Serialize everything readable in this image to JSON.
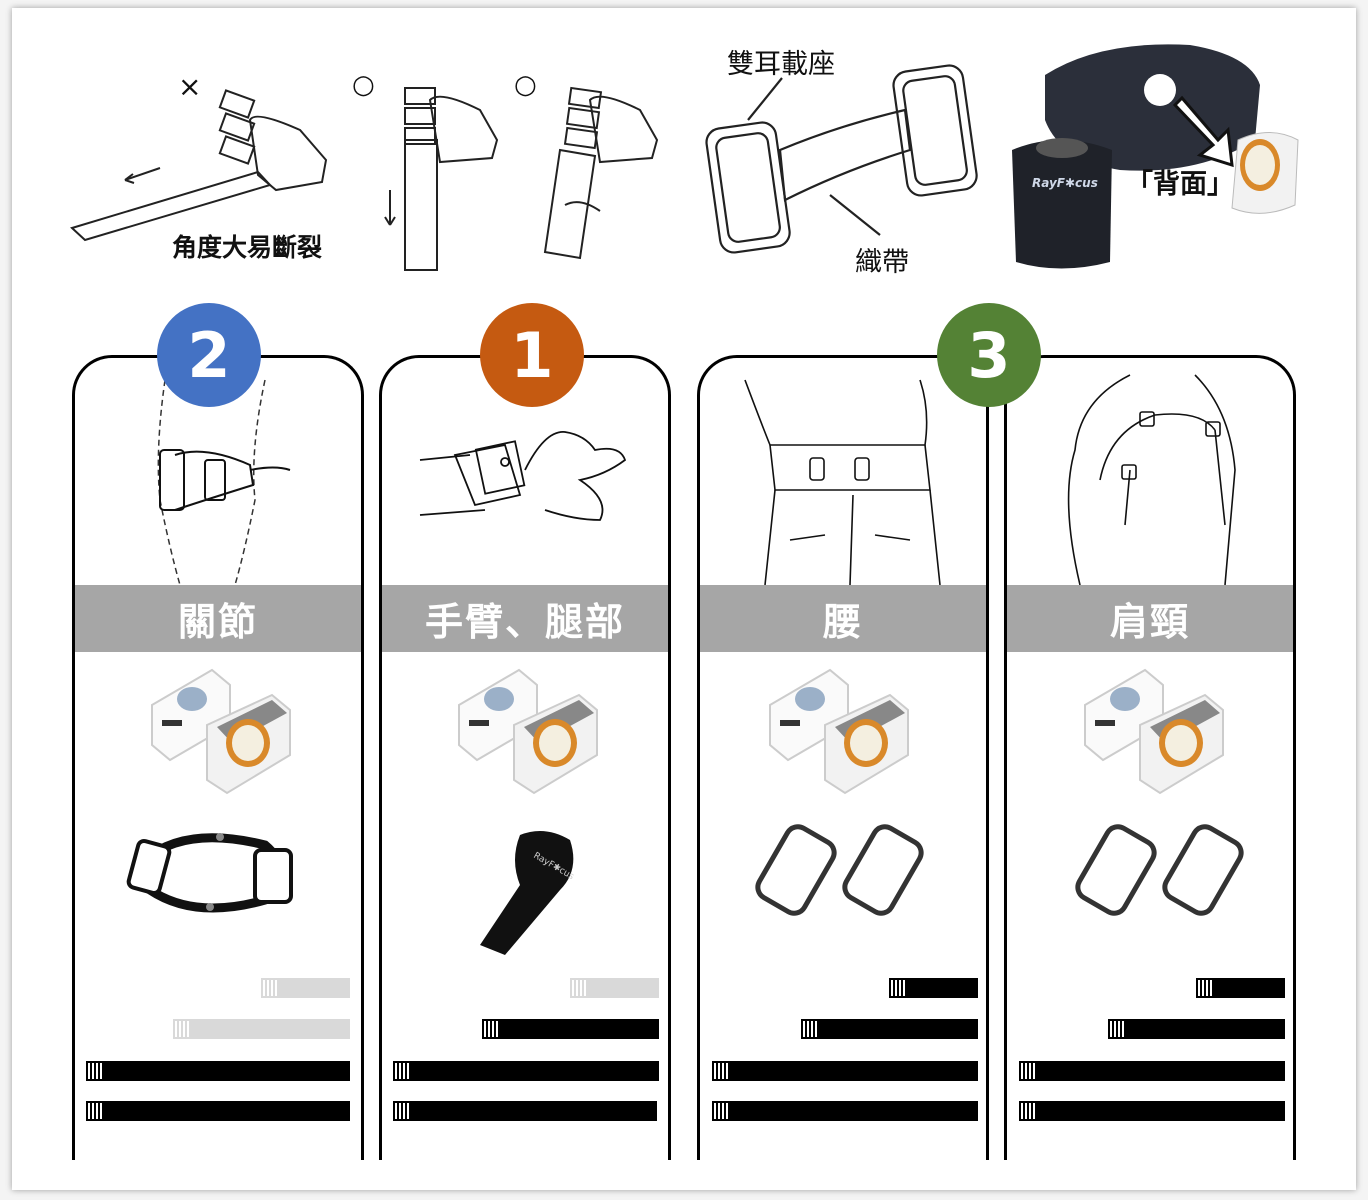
{
  "top": {
    "x_mark": "×",
    "o_mark_1": "○",
    "o_mark_2": "○",
    "angle_warning": "角度大易斷裂",
    "ear_mount": "雙耳載座",
    "strap_label": "織帶",
    "back_label": "「背面」",
    "brand": "RayF✱cus"
  },
  "cards": [
    {
      "badge": "2",
      "badge_color": "#4472c4",
      "label": "關節"
    },
    {
      "badge": "1",
      "badge_color": "#c55a11",
      "label": "手臂、腿部"
    },
    {
      "badge": "3",
      "badge_color": "#548235",
      "label": "腰"
    },
    {
      "label": "肩頸"
    }
  ],
  "strap_icon": "velcro-strap-icon"
}
